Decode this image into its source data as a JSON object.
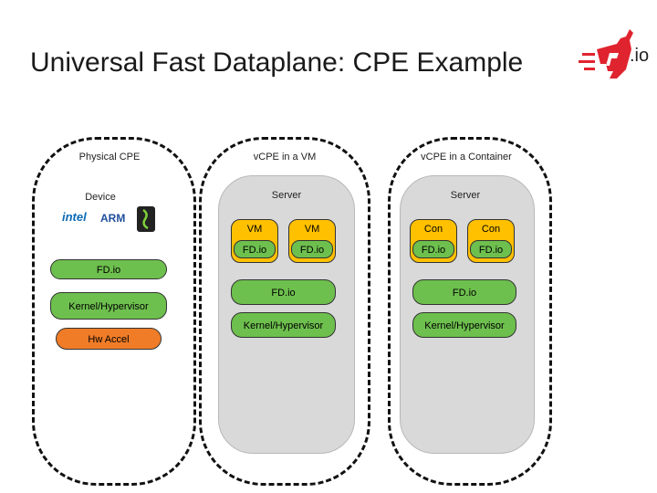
{
  "title": "Universal Fast Dataplane: CPE Example",
  "logo": {
    "text": ".io",
    "icon": "fdio-dog-logo-icon",
    "color": "#e0242f"
  },
  "colors": {
    "fdio": "#6ec04e",
    "vm": "#ffc000",
    "hw": "#f07c28",
    "server": "#d9d9d9"
  },
  "physical": {
    "heading": "Physical CPE",
    "device_label": "Device",
    "vendors": [
      "intel",
      "ARM"
    ],
    "fdio": "FD.io",
    "kernel": "Kernel/Hypervisor",
    "hw_accel": "Hw Accel"
  },
  "vm_panel": {
    "heading": "vCPE in a VM",
    "server_label": "Server",
    "units": [
      {
        "label": "VM",
        "fdio": "FD.io"
      },
      {
        "label": "VM",
        "fdio": "FD.io"
      }
    ],
    "fdio": "FD.io",
    "kernel": "Kernel/Hypervisor"
  },
  "container_panel": {
    "heading": "vCPE in a Container",
    "server_label": "Server",
    "units": [
      {
        "label": "Con",
        "fdio": "FD.io"
      },
      {
        "label": "Con",
        "fdio": "FD.io"
      }
    ],
    "fdio": "FD.io",
    "kernel": "Kernel/Hypervisor"
  }
}
